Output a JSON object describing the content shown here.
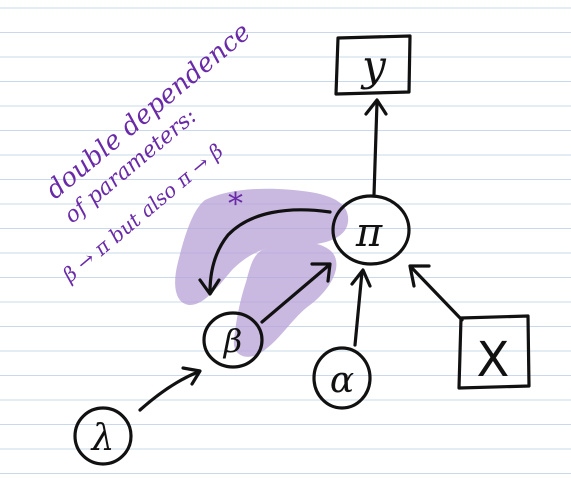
{
  "annotation": {
    "line1": "double dependence",
    "line2": "of parameters:",
    "line3": "β → π  but also π → β",
    "star": "*"
  },
  "nodes": {
    "y": "y",
    "pi": "π",
    "beta": "β",
    "alpha": "α",
    "lambda": "λ",
    "x": "X"
  },
  "colors": {
    "ink": "#111111",
    "annotation": "#6a2aa8",
    "highlight": "#b7a2d6",
    "rule_lines": "#c9d8ea"
  }
}
